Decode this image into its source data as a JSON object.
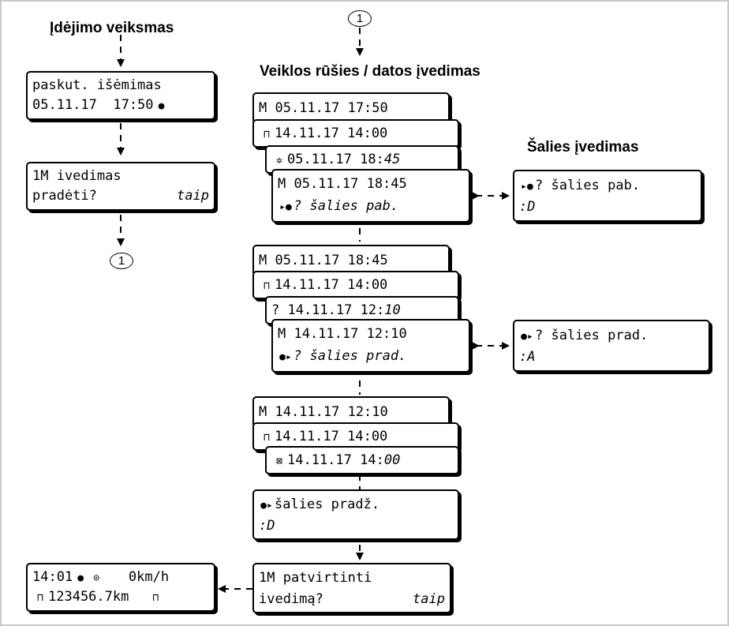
{
  "headings": {
    "insertion": "Įdėjimo veiksmas",
    "activity_entry": "Veiklos rūšies / datos įvedimas",
    "country_entry": "Šalies įvedimas"
  },
  "connector": "1",
  "left_column": {
    "last_withdrawal": {
      "line1": "paskut. išėmimas",
      "line2": "05.11.17  17:50"
    },
    "manual_entry": {
      "line1": "1M ivedimas",
      "line2": "pradėti?",
      "answer": "taip"
    },
    "standard_display": {
      "line1": "14:01   0km/h",
      "line2": "123456.7km"
    }
  },
  "screens": {
    "block1": {
      "row1": "M 05.11.17 17:50",
      "row2": "14.11.17 14:00",
      "row3": "05.11.17 18:",
      "row3_edit": "45",
      "row4": "M 05.11.17 18:45",
      "row5": "? šalies pab."
    },
    "block2": {
      "row1": "M 05.11.17 18:45",
      "row2": "14.11.17 14:00",
      "row3": "? 14.11.17 12:",
      "row3_edit": "10",
      "row4": "M 14.11.17 12:10",
      "row5": "? šalies prad."
    },
    "block3": {
      "row1": "M 14.11.17 12:10",
      "row2": "14.11.17 14:00",
      "row3": "14.11.17 14:",
      "row3_edit": "00"
    },
    "country_start": {
      "line1": "šalies pradž.",
      "line2": ":D"
    },
    "confirm": {
      "line1": "1M patvirtinti",
      "line2": "ivedimą?",
      "answer": "taip"
    }
  },
  "country_screens": {
    "end": {
      "line1": "? šalies pab.",
      "line2": ":D"
    },
    "start": {
      "line1": "? šalies prad.",
      "line2": ":A"
    }
  },
  "icons": [
    "bed-icon",
    "work-icon",
    "country-end-icon",
    "country-start-icon",
    "card-icon",
    "truck-icon"
  ]
}
